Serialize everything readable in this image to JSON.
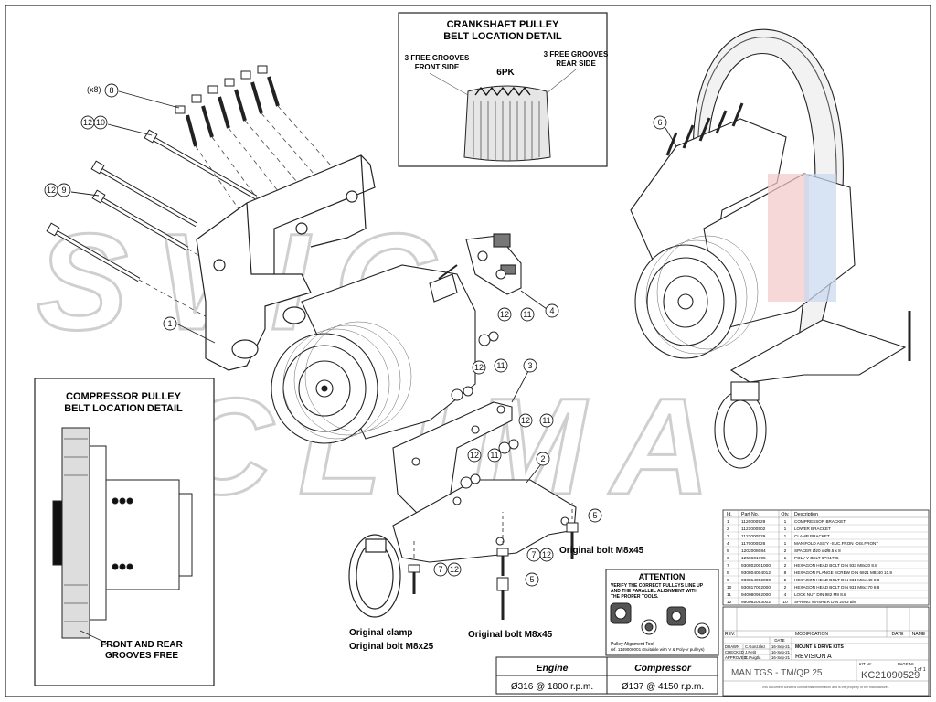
{
  "details": {
    "crankshaft": {
      "title_line1": "CRANKSHAFT PULLEY",
      "title_line2": "BELT LOCATION DETAIL",
      "left_note_line1": "3 FREE GROOVES",
      "left_note_line2": "FRONT SIDE",
      "right_note_line1": "3 FREE GROOVES",
      "right_note_line2": "REAR SIDE",
      "belt": "6PK"
    },
    "compressor": {
      "title_line1": "COMPRESSOR PULLEY",
      "title_line2": "BELT LOCATION DETAIL",
      "note_line1": "FRONT AND REAR",
      "note_line2": "GROOVES FREE"
    }
  },
  "callouts": {
    "qty_x8": "(x8)",
    "n1": "1",
    "n2": "2",
    "n3": "3",
    "n4": "4",
    "n5": "5",
    "n6": "6",
    "n7": "7",
    "n8": "8",
    "n9": "9",
    "n10": "10",
    "n11": "11",
    "n12": "12"
  },
  "annotations": {
    "original_bolt_right": "Original bolt M8x45",
    "original_bolt_center": "Original bolt M8x45",
    "original_clamp": "Original clamp",
    "original_bolt_left": "Original bolt M8x25"
  },
  "attention": {
    "title": "ATTENTION",
    "line1": "VERIFY THE CORRECT PULLEYS LINE UP",
    "line2": "AND THE PARALLEL ALIGNMENT WITH",
    "line3": "THE PROPER TOOLS.",
    "tool_line1": "Pulley Alignment Tool",
    "tool_line2": "ref. 1149000001 (Suitable with V & Poly-V pulleys)"
  },
  "ratio_table": {
    "headers": [
      "Engine",
      "Compressor"
    ],
    "values": [
      "Ø316 @ 1800 r.p.m.",
      "Ø137 @ 4150 r.p.m."
    ]
  },
  "bom": {
    "headers": [
      "Id.",
      "Part No.",
      "Qty.",
      "Description"
    ],
    "rows": [
      [
        "1",
        "1120000529",
        "1",
        "COMPRESSOR BRACKET"
      ],
      [
        "2",
        "1121000502",
        "1",
        "LOWER BRACKET"
      ],
      [
        "3",
        "1122000529",
        "1",
        "CLAMP BRACKET"
      ],
      [
        "4",
        "1170000526",
        "1",
        "MANIFOLD ASS'Y -SUC.FRON -DIS.FRONT"
      ],
      [
        "5",
        "1202008084",
        "2",
        "SPACER Ø20 x Ø8.5 x 8"
      ],
      [
        "6",
        "1250601795",
        "1",
        "POLY-V BELT 6PK1795"
      ],
      [
        "7",
        "930802001000",
        "2",
        "HEXAGON HEAD BOLT DIN 933 M8x20 8.8"
      ],
      [
        "8",
        "930804004012",
        "8",
        "HEXAGON FLANGE SCREW DIN 6921 M8x40 10.9"
      ],
      [
        "9",
        "930814002000",
        "2",
        "HEXAGON HEAD BOLT DIN 931 M8x140 8.8"
      ],
      [
        "10",
        "930817002000",
        "2",
        "HEXAGON HEAD BOLT DIN 931 M8x170 8.8"
      ],
      [
        "11",
        "940080982000",
        "4",
        "LOCK NUT DIN 982 M8 8.8"
      ],
      [
        "12",
        "950082093002",
        "10",
        "SPRING WASHER DIN 2093 Ø8"
      ]
    ]
  },
  "title_block": {
    "rev_label": "REV.",
    "modification_label": "MODIFICATION",
    "date_label": "DATE",
    "name_label": "NAME",
    "drawn_label": "DRAWN",
    "checked_label": "CHECKED",
    "approved_label": "APPROVED",
    "drawn_name": "C.Gonzalez",
    "checked_name": "J.Petit",
    "approved_name": "C.Puigtla",
    "date_head": "DATE",
    "drawn_date": "16-Sep-21",
    "checked_date": "16-Sep-21",
    "approved_date": "16-Sep-21",
    "kits_label": "MOUNT & DRIVE KITS",
    "revision": "REVISION A",
    "vehicle": "MAN TGS - TM/QP 25",
    "kit_label": "KIT Nº:",
    "kit_no": "KC21090529",
    "page_label": "PAGE Nº",
    "page_of": "1 of 1",
    "disclaimer": "This document contains confidential information and is the property of the manufacturer."
  },
  "watermark": {
    "line1": "SVIG",
    "line2": "CLIMA"
  }
}
